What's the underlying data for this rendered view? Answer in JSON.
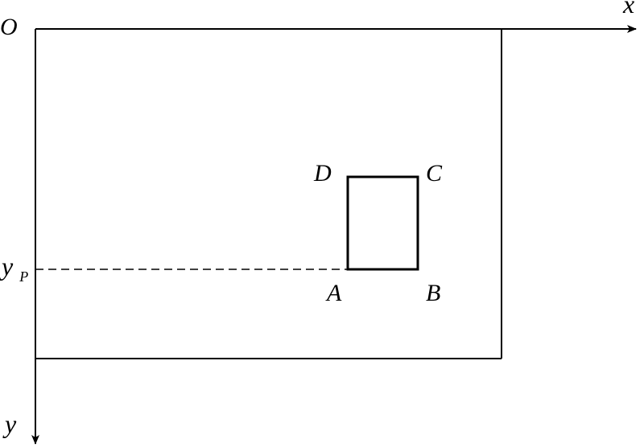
{
  "labels": {
    "origin": "O",
    "x_axis": "x",
    "y_axis": "y",
    "y_p_main": "y",
    "y_p_sub": "P",
    "point_a": "A",
    "point_b": "B",
    "point_c": "C",
    "point_d": "D"
  },
  "colors": {
    "stroke": "#000000",
    "background": "#ffffff"
  }
}
